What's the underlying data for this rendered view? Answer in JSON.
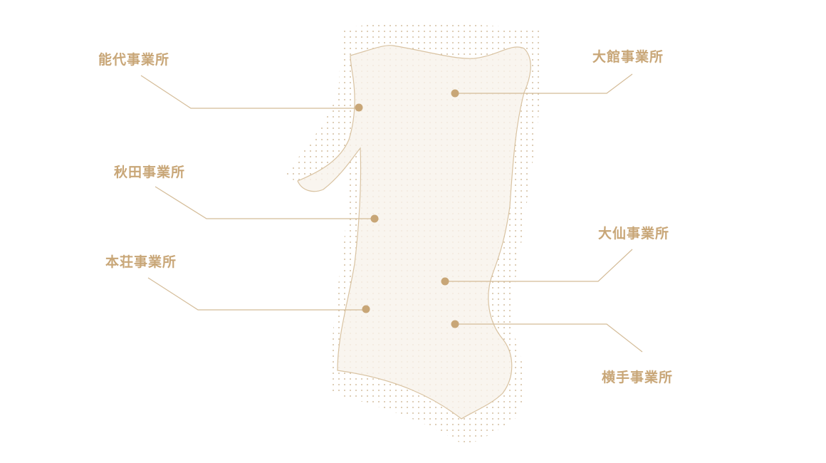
{
  "colors": {
    "accent": "#c8a677",
    "leader_line": "#d4bc98",
    "region_fill": "#f8f3ec",
    "region_stroke": "#d9c3a2",
    "dot_pattern": "#cdb38f"
  },
  "offices": [
    {
      "id": "noshiro",
      "label": "能代事業所",
      "side": "left"
    },
    {
      "id": "odate",
      "label": "大館事業所",
      "side": "right"
    },
    {
      "id": "akita",
      "label": "秋田事業所",
      "side": "left"
    },
    {
      "id": "daisen",
      "label": "大仙事業所",
      "side": "right"
    },
    {
      "id": "honjo",
      "label": "本荘事業所",
      "side": "left"
    },
    {
      "id": "yokote",
      "label": "横手事業所",
      "side": "right"
    }
  ]
}
